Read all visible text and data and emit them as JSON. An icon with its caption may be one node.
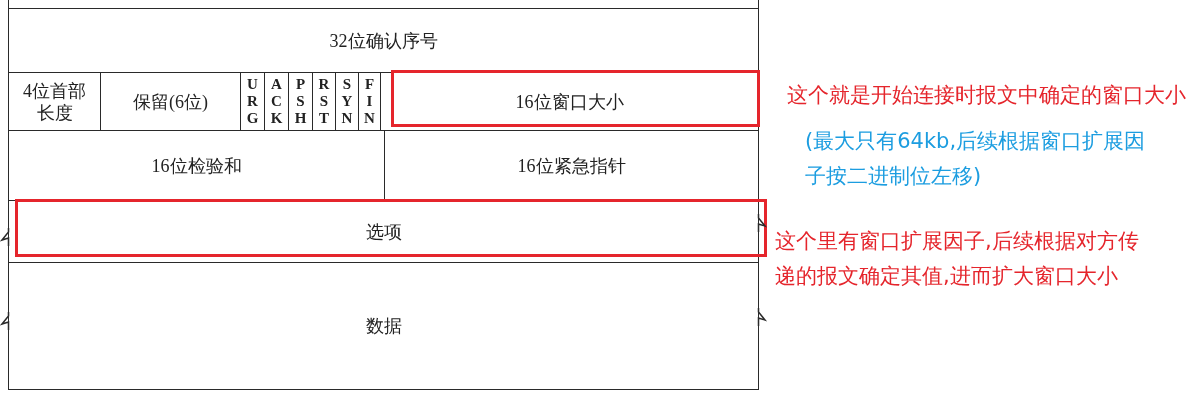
{
  "diagram": {
    "nodes": [
      {
        "text": [
          "32位确认序号"
        ]
      },
      {
        "text": [
          "4位首部长度"
        ]
      },
      {
        "text": [
          "保留(6位)"
        ]
      },
      {
        "text": [
          "URG"
        ]
      },
      {
        "text": [
          "ACK"
        ]
      },
      {
        "text": [
          "PSH"
        ]
      },
      {
        "text": [
          "RST"
        ]
      },
      {
        "text": [
          "SYN"
        ]
      },
      {
        "text": [
          "FIN"
        ]
      },
      {
        "text": [
          "16位窗口大小"
        ],
        "beside": [
          "这个就是开始连接时报文中确定的窗口大小",
          "(最大只有64kb,后续根据窗口扩展因子按二进制位左移)"
        ]
      },
      {
        "text": [
          "16位检验和"
        ]
      },
      {
        "text": [
          "16位紧急指针"
        ]
      },
      {
        "text": [
          "选项"
        ],
        "beside": [
          "这个里有窗口扩展因子,后续根据对方传递的报文确定其值,进而扩大窗口大小"
        ]
      },
      {
        "text": [
          "数据"
        ]
      }
    ]
  }
}
